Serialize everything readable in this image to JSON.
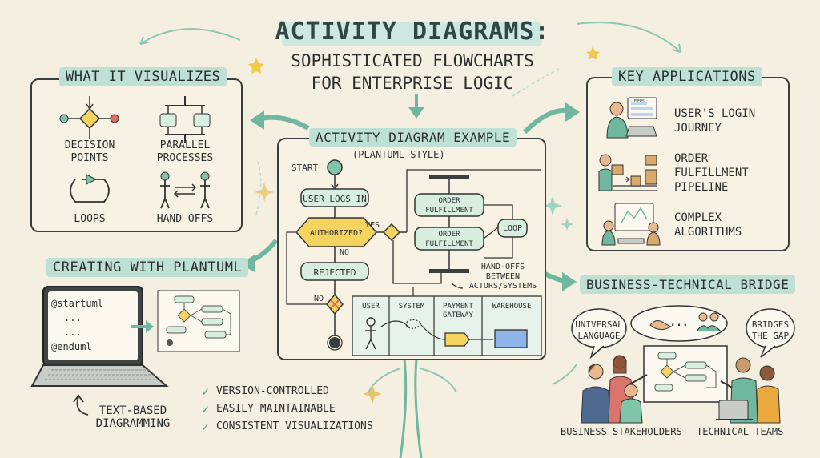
{
  "title": {
    "main": "ACTIVITY DIAGRAMS:",
    "sub1": "SOPHISTICATED FLOWCHARTS",
    "sub2": "FOR ENTERPRISE LOGIC"
  },
  "visualizes": {
    "heading": "WHAT IT VISUALIZES",
    "items": [
      {
        "label1": "DECISION",
        "label2": "POINTS"
      },
      {
        "label1": "PARALLEL",
        "label2": "PROCESSES"
      },
      {
        "label1": "LOOPS",
        "label2": ""
      },
      {
        "label1": "HAND-OFFS",
        "label2": ""
      }
    ]
  },
  "plantuml": {
    "heading": "CREATING WITH PLANTUML",
    "code": [
      "@startuml",
      "...",
      "...",
      "@enduml"
    ],
    "caption1": "TEXT-BASED",
    "caption2": "DIAGRAMMING",
    "benefits": [
      "VERSION-CONTROLLED",
      "EASILY MAINTAINABLE",
      "CONSISTENT VISUALIZATIONS"
    ]
  },
  "example": {
    "heading": "ACTIVITY DIAGRAM EXAMPLE",
    "subheading": "(PLANTUML STYLE)",
    "start": "START",
    "login": "USER LOGS IN",
    "authorized": "AUTHORIZED?",
    "yes": "YES",
    "no1": "NO",
    "no2": "NO",
    "rejected": "REJECTED",
    "order1a": "ORDER",
    "order1b": "FULFILLMENT",
    "order2a": "ORDER",
    "order2b": "FULFILLMENT",
    "loop": "LOOP",
    "handoff1": "HAND-OFFS",
    "handoff2": "BETWEEN",
    "handoff3": "ACTORS/SYSTEMS",
    "lanes": [
      "USER",
      "SYSTEM",
      "PAYMENT",
      "WAREHOUSE"
    ],
    "lane_payment2": "GATEWAY"
  },
  "applications": {
    "heading": "KEY APPLICATIONS",
    "items": [
      {
        "l1": "USER'S LOGIN",
        "l2": "JOURNEY",
        "l3": ""
      },
      {
        "l1": "ORDER",
        "l2": "FULFILLMENT",
        "l3": "PIPELINE"
      },
      {
        "l1": "COMPLEX",
        "l2": "ALGORITHMS",
        "l3": ""
      }
    ],
    "screen_text": "USERS"
  },
  "bridge": {
    "heading": "BUSINESS-TECHNICAL BRIDGE",
    "bubble1a": "UNIVERSAL",
    "bubble1b": "LANGUAGE",
    "bubble2a": "BRIDGES",
    "bubble2b": "THE GAP",
    "bubble_mid": "...",
    "left_caption": "BUSINESS STAKEHOLDERS",
    "right_caption": "TECHNICAL TEAMS"
  },
  "colors": {
    "accent": "#bfe0d4",
    "node": "#d8eede",
    "decision": "#f4d35e",
    "stop": "#e26d5c",
    "blue": "#8fb4e8",
    "ink": "#3a3f3d"
  }
}
